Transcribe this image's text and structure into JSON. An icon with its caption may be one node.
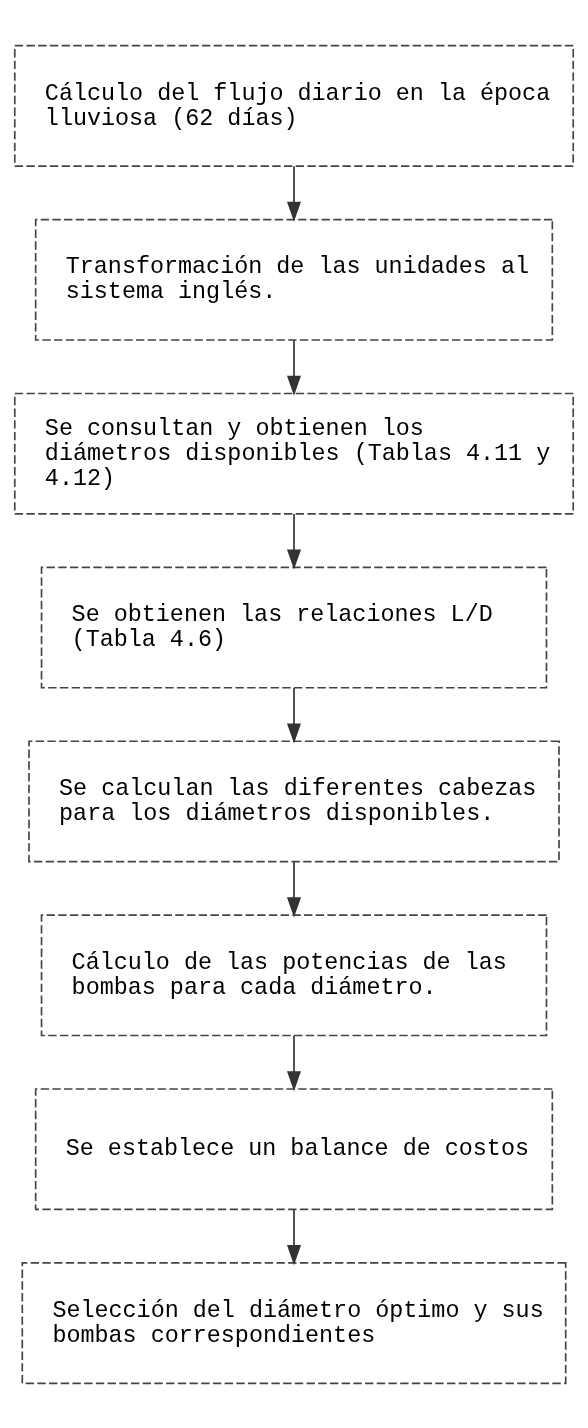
{
  "diagram": {
    "nodes": [
      {
        "text": [
          "Cálculo del flujo diario en la época lluviosa (62 días)"
        ]
      },
      {
        "text": [
          "Transformación de las unidades al sistema inglés."
        ]
      },
      {
        "text": [
          "Se consultan y obtienen los diámetros disponibles (Tablas 4.11 y 4.12)"
        ]
      },
      {
        "text": [
          "Se obtienen las relaciones L/D (Tabla 4.6)"
        ]
      },
      {
        "text": [
          "Se calculan las diferentes cabezas para los diámetros disponibles."
        ]
      },
      {
        "text": [
          "Cálculo de las potencias de las bombas para cada diámetro."
        ]
      },
      {
        "text": [
          "Se establece un balance de costos"
        ]
      },
      {
        "text": [
          "Selección del diámetro óptimo y sus bombas correspondientes"
        ]
      }
    ],
    "edges": [
      {
        "from": 0,
        "to": 1,
        "arrow": "to"
      },
      {
        "from": 1,
        "to": 2,
        "arrow": "to"
      },
      {
        "from": 2,
        "to": 3,
        "arrow": "to"
      },
      {
        "from": 3,
        "to": 4,
        "arrow": "to"
      },
      {
        "from": 4,
        "to": 5,
        "arrow": "to"
      },
      {
        "from": 5,
        "to": 6,
        "arrow": "to"
      },
      {
        "from": 6,
        "to": 7,
        "arrow": "to"
      }
    ]
  }
}
